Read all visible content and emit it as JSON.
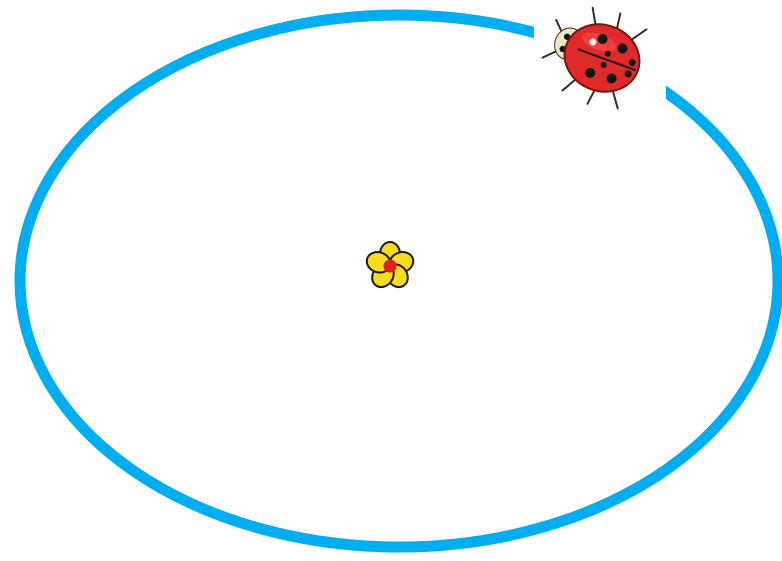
{
  "scene": {
    "elements": [
      {
        "name": "orbit-ellipse",
        "description_icon": "ellipse-outline"
      },
      {
        "name": "flower",
        "description_icon": "flower-icon"
      },
      {
        "name": "ladybug",
        "description_icon": "ladybug-icon"
      }
    ]
  },
  "colors": {
    "background": "#ffffff",
    "orbit": "#00aeef",
    "petal": "#f7dc1e",
    "petal_outline": "#1a1a1a",
    "flower_center": "#e0201b",
    "ladybug_shell": "#e02a2a",
    "ladybug_shell_highlight": "#ff6b5f",
    "ladybug_spots": "#141414",
    "ladybug_head": "#efe6c8",
    "ladybug_legs": "#3a2b22"
  }
}
